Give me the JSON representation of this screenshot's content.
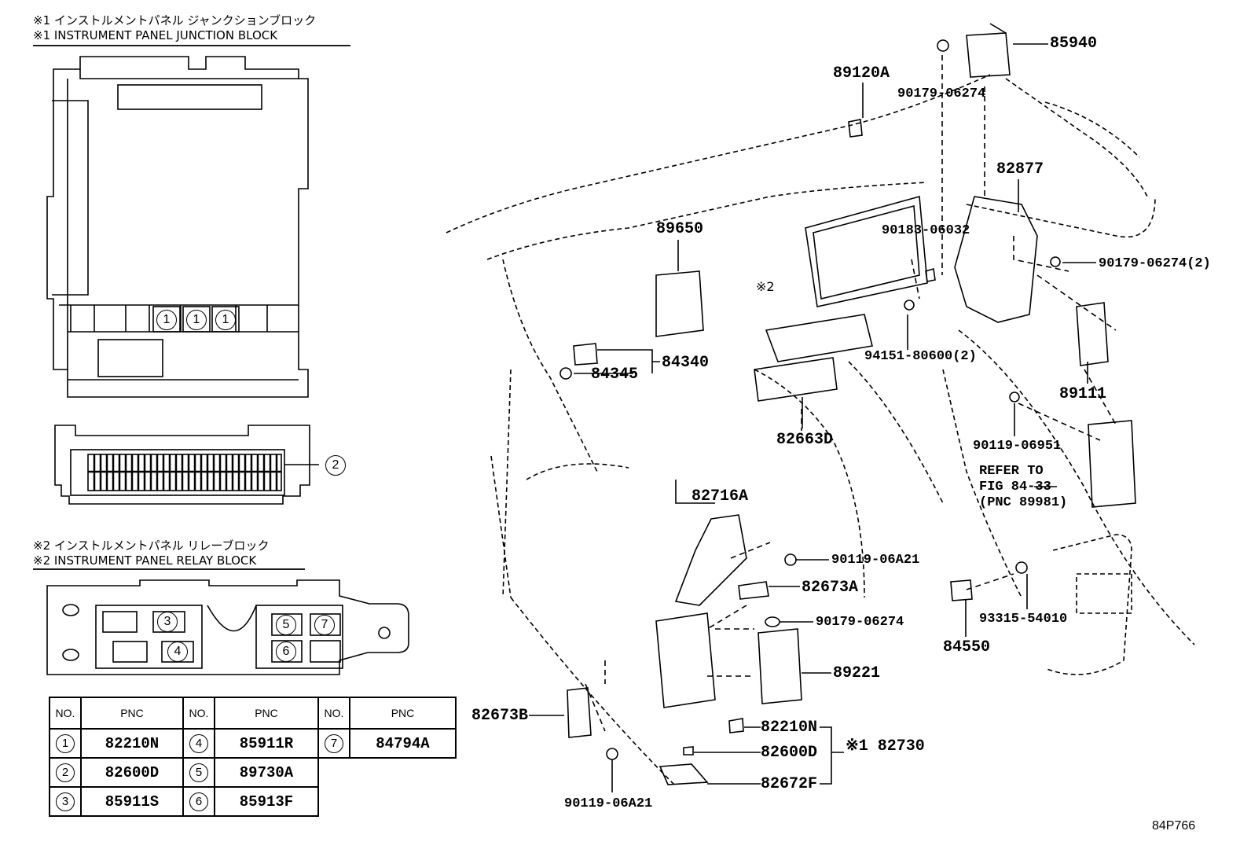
{
  "headers": {
    "jb_jp": "※1 インストルメントパネル ジャンクションブロック",
    "jb_en": "※1 INSTRUMENT PANEL JUNCTION BLOCK",
    "rb_jp": "※2 インストルメントパネル リレーブロック",
    "rb_en": "※2 INSTRUMENT PANEL RELAY BLOCK"
  },
  "callouts": {
    "c1": "1",
    "c2": "2",
    "c3": "3",
    "c4": "4",
    "c5": "5",
    "c6": "6",
    "c7": "7"
  },
  "table": {
    "col_no": "NO.",
    "col_pnc": "PNC",
    "rows": [
      [
        "1",
        "82210N",
        "4",
        "85911R",
        "7",
        "84794A"
      ],
      [
        "2",
        "82600D",
        "5",
        "89730A",
        "",
        ""
      ],
      [
        "3",
        "85911S",
        "6",
        "85913F",
        "",
        ""
      ]
    ]
  },
  "parts": {
    "p85940": "85940",
    "p90179_06274_top": "90179-06274",
    "p89120A": "89120A",
    "p82877": "82877",
    "p90183_06032": "90183-06032",
    "p90179_06274_2": "90179-06274(2)",
    "p89650": "89650",
    "p_note2": "※2",
    "p94151_80600_2": "94151-80600(2)",
    "p89111": "89111",
    "p84340": "84340",
    "p84345": "84345",
    "p82663D": "82663D",
    "p90119_06951": "90119-06951",
    "refer1": "REFER TO",
    "refer2": "FIG 84-33",
    "refer3": "(PNC 89981)",
    "p82716A": "82716A",
    "p90119_06A21_mid": "90119-06A21",
    "p82673A": "82673A",
    "p90179_06274_mid": "90179-06274",
    "p84550": "84550",
    "p93315_54010": "93315-54010",
    "p89221": "89221",
    "p82673B": "82673B",
    "p82210N": "82210N",
    "p82600D": "82600D",
    "p82672F": "82672F",
    "p_note1_82730": "※1 82730",
    "p90119_06A21_bot": "90119-06A21"
  },
  "figure_code": "84P766"
}
